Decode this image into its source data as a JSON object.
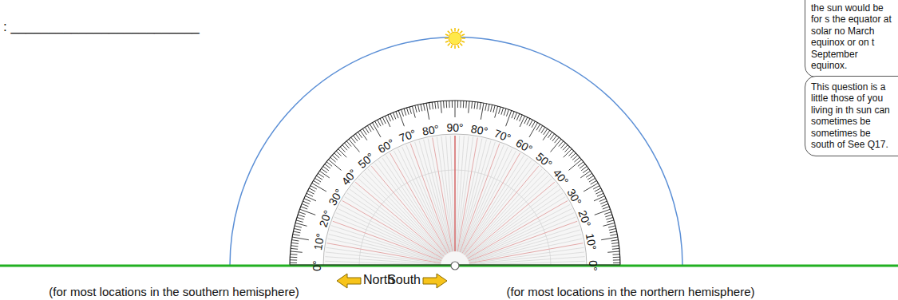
{
  "diagram": {
    "nodes": [
      {
        "text": [
          "the sun would be for s the equator at solar no March equinox or on t September equinox."
        ]
      },
      {
        "text": [
          "This question is a little those of you living in th sun can sometimes be sometimes be south of See Q17."
        ]
      }
    ],
    "labels": [
      ": _________________________",
      "0°",
      "10°",
      "20°",
      "30°",
      "40°",
      "50°",
      "60°",
      "70°",
      "80°",
      "90°",
      "80°",
      "70°",
      "60°",
      "50°",
      "40°",
      "30°",
      "20°",
      "10°",
      "0°",
      "North",
      "South",
      "(for most locations in the southern hemisphere)",
      "(for most locations in the northern hemisphere)"
    ]
  }
}
